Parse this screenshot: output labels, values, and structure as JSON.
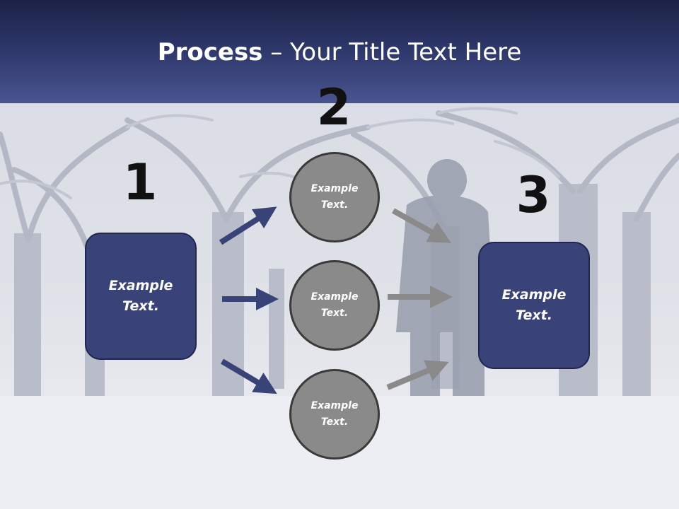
{
  "title": {
    "bold": "Process",
    "rest": " – Your Title Text Here"
  },
  "steps": [
    {
      "number": "1",
      "label": "Example Text."
    },
    {
      "number": "2",
      "items": [
        "Example Text.",
        "Example Text.",
        "Example Text."
      ]
    },
    {
      "number": "3",
      "label": "Example Text."
    }
  ],
  "colors": {
    "header_dark": "#1c2246",
    "header_light": "#4a5490",
    "box_fill": "#3a4377",
    "circle_fill": "#8a8a8a",
    "arrow_blue": "#3a4377",
    "arrow_gray": "#8a8a8a"
  }
}
